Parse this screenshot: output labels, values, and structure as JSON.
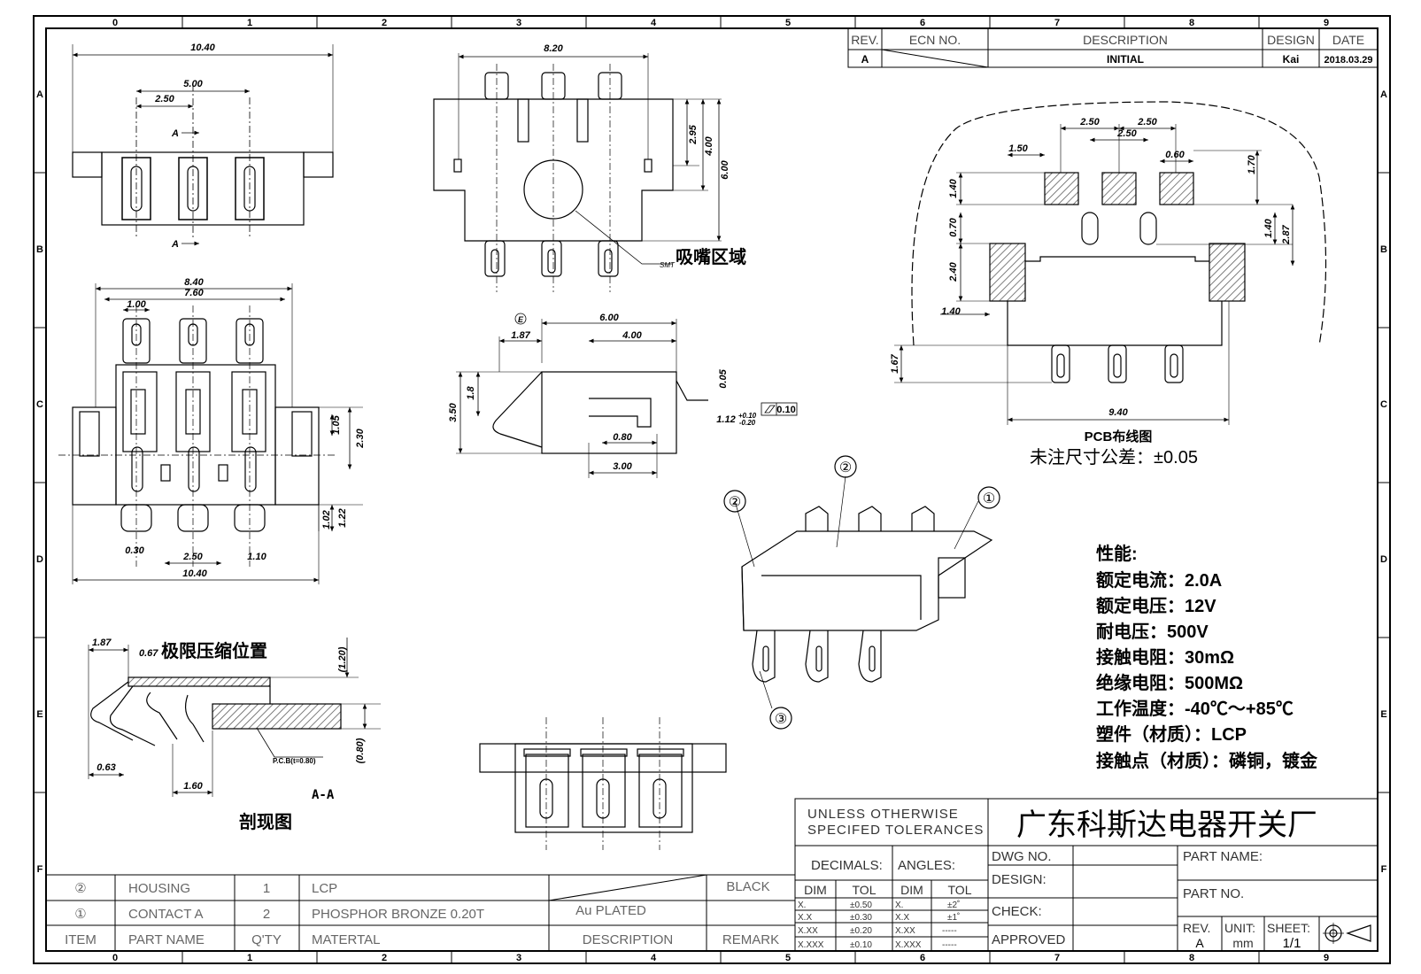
{
  "frame": {
    "columns": [
      "0",
      "1",
      "2",
      "3",
      "4",
      "5",
      "6",
      "7",
      "8",
      "9"
    ],
    "rows": [
      "A",
      "B",
      "C",
      "D",
      "E",
      "F"
    ]
  },
  "revision": {
    "headers": [
      "REV.",
      "ECN NO.",
      "DESCRIPTION",
      "DESIGN",
      "DATE"
    ],
    "row": {
      "rev": "A",
      "ecn": "",
      "description": "INITIAL",
      "design": "Kai",
      "date": "2018.03.29"
    }
  },
  "top_view": {
    "dims": [
      "10.40",
      "5.00",
      "2.50"
    ],
    "section_mark": "A"
  },
  "front_view": {
    "dims": [
      "8.20",
      "2.95",
      "4.00",
      "6.00"
    ],
    "nozzle_label": "吸嘴区域",
    "smt_label": "SMT"
  },
  "bottom_view": {
    "dims": [
      "8.40",
      "7.60",
      "1.00",
      "1.05",
      "2.30",
      "1.02",
      "1.22",
      "0.30",
      "2.50",
      "1.10",
      "10.40"
    ]
  },
  "side_view": {
    "dims": [
      "6.00",
      "4.00",
      "1.87",
      "3.50",
      "1.8",
      "0.05",
      "1.12",
      "+0.10",
      "-0.20",
      "0.80",
      "3.00",
      "0.10"
    ],
    "datum": "E"
  },
  "section_view": {
    "title": "剖现图",
    "compress_label": "极限压缩位置",
    "section_name": "A-A",
    "pcb_label": "P.C.B(t=0.80)",
    "dims": [
      "1.87",
      "0.67",
      "(1.20)",
      "(0.80)",
      "0.63",
      "1.60"
    ]
  },
  "pcb_layout": {
    "title": "PCB布线图",
    "tolerance_note": "未注尺寸公差：±0.05",
    "dims": [
      "2.50",
      "2.50",
      "2.50",
      "1.50",
      "0.60",
      "1.70",
      "1.40",
      "0.70",
      "2.40",
      "1.40",
      "1.40",
      "2.87",
      "1.67",
      "9.40"
    ]
  },
  "callouts": [
    "①",
    "②",
    "②",
    "③"
  ],
  "specs": {
    "heading": "性能:",
    "lines": [
      "额定电流：2.0A",
      "额定电压：12V",
      "耐电压：500V",
      "接触电阻：30mΩ",
      "绝缘电阻：500MΩ",
      "工作温度：-40℃～+85℃",
      "塑件（材质）：LCP",
      "接触点（材质）：磷铜，镀金"
    ]
  },
  "bom": {
    "rows": [
      {
        "item": "②",
        "part": "HOUSING",
        "qty": "1",
        "material": "LCP",
        "description": "",
        "remark": "BLACK"
      },
      {
        "item": "①",
        "part": "CONTACT A",
        "qty": "2",
        "material": "PHOSPHOR BRONZE 0.20T",
        "description": "Au PLATED",
        "remark": ""
      }
    ],
    "header": {
      "item": "ITEM",
      "part": "PART NAME",
      "qty": "Q'TY",
      "material": "MATERTAL",
      "description": "DESCRIPTION",
      "remark": "REMARK"
    }
  },
  "title_block": {
    "tolerance_title": "UNLESS OTHERWISE",
    "tolerance_title2": "SPECIFED TOLERANCES",
    "company": "广东科斯达电器开关厂",
    "decimals": "DECIMALS:",
    "angles": "ANGLES:",
    "dim": "DIM",
    "tol": "TOL",
    "decimal_rows": [
      [
        "X.",
        "±0.50"
      ],
      [
        "X.X",
        "±0.30"
      ],
      [
        "X.XX",
        "±0.20"
      ],
      [
        "X.XXX",
        "±0.10"
      ]
    ],
    "angle_rows": [
      [
        "X.",
        "±2˚"
      ],
      [
        "X.X",
        "±1˚"
      ],
      [
        "X.XX",
        "-----"
      ],
      [
        "X.XXX",
        "-----"
      ]
    ],
    "dwg_no": "DWG NO.",
    "design": "DESIGN:",
    "check": "CHECK:",
    "approved": "APPROVED",
    "part_name": "PART NAME:",
    "part_no": "PART NO.",
    "rev_label": "REV.",
    "rev_value": "A",
    "unit_label": "UNIT:",
    "unit_value": "mm",
    "sheet_label": "SHEET:",
    "sheet_value": "1/1"
  },
  "colors": {
    "line": "#000000",
    "hatch": "#555555",
    "grey_text": "#666666"
  }
}
